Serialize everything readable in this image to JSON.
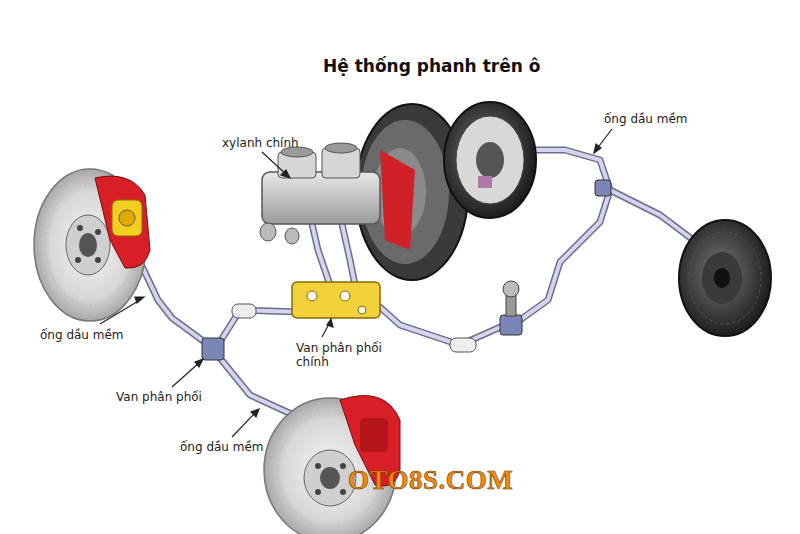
{
  "diagram": {
    "title": "Hệ thống phanh trên ô",
    "labels": [
      "xylanh chính",
      "ống dầu mềm",
      "ống dầu mềm",
      "Van phân phối chính",
      "Van phân phối",
      "ống dầu mềm",
      "OTO8S.COM"
    ]
  }
}
